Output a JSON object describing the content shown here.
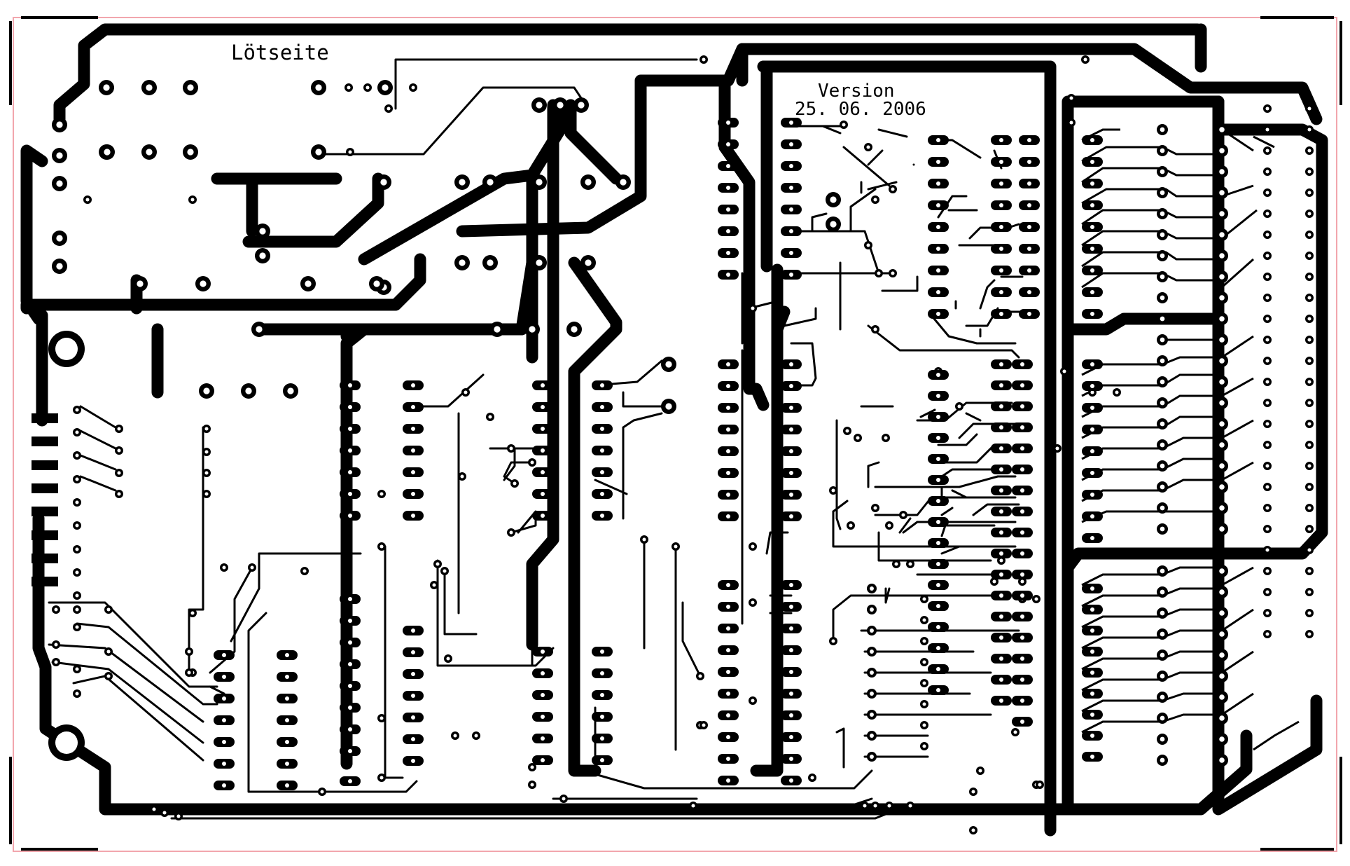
{
  "board": {
    "side_label": "Lötseite",
    "version_label": "Version",
    "version_date": "25. 06. 2006"
  },
  "colors": {
    "background": "#ffffff",
    "copper": "#000000",
    "outline": "#f2a6ad"
  }
}
